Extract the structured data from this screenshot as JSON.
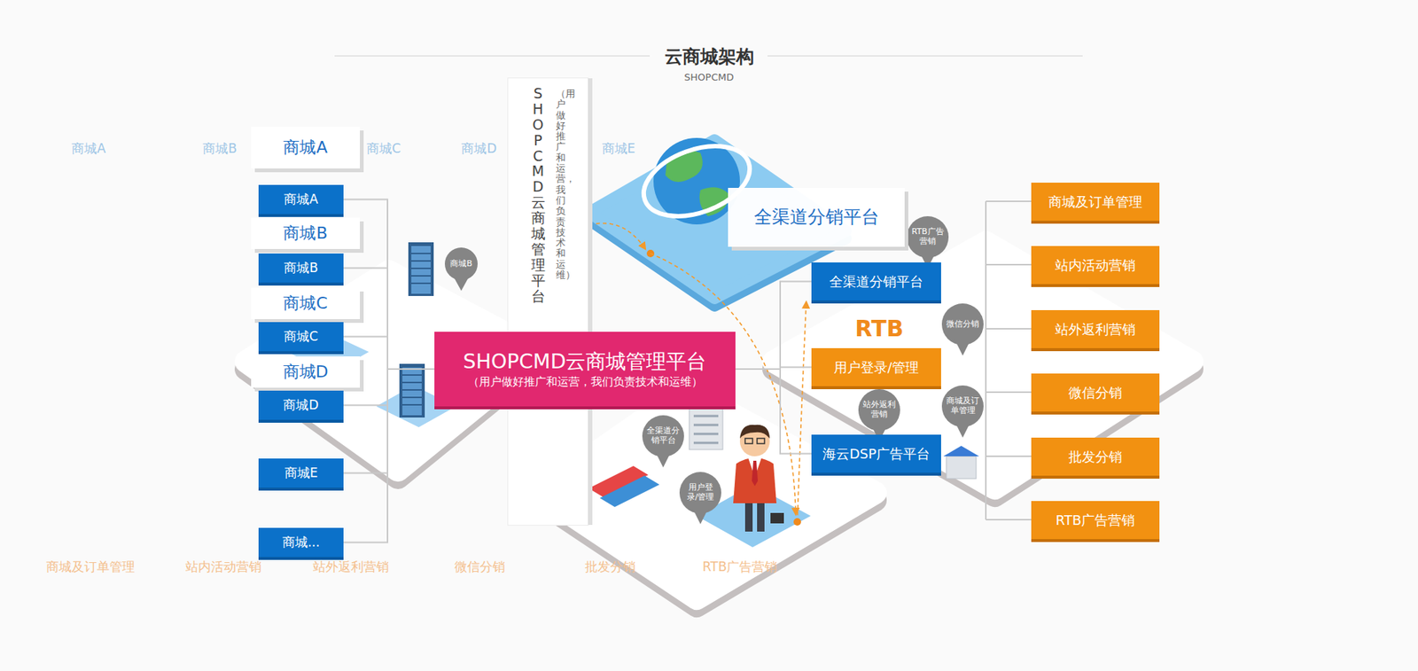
{
  "diagram": {
    "title": "云商城架构",
    "caption": "SHOPCMD",
    "nodes": [
      {
        "text": [
          "商城A"
        ]
      },
      {
        "text": [
          "商城A"
        ]
      },
      {
        "text": [
          "商城B"
        ]
      },
      {
        "text": [
          "商城B"
        ]
      },
      {
        "text": [
          "商城C"
        ]
      },
      {
        "text": [
          "商城C"
        ]
      },
      {
        "text": [
          "商城D"
        ]
      },
      {
        "text": [
          "商城D"
        ]
      },
      {
        "text": [
          "商城E"
        ]
      },
      {
        "text": [
          "商城..."
        ]
      },
      {
        "text": [
          "SHOPCMD云商城管理平台",
          "（用户做好推广和运营，我们负责技术和运维）"
        ]
      },
      {
        "text": [
          "SHOPCMD云商城管理平台",
          "（用户做好推广和运营，我们负责技术和运维）"
        ]
      },
      {
        "text": [
          "全渠道分销平台"
        ]
      },
      {
        "text": [
          "全渠道分销平台"
        ]
      },
      {
        "text": [
          "用户登录/管理"
        ]
      },
      {
        "text": [
          "海云DSP广告平台"
        ]
      },
      {
        "text": [
          "商城及订单管理"
        ]
      },
      {
        "text": [
          "站内活动营销"
        ]
      },
      {
        "text": [
          "站外返利营销"
        ]
      },
      {
        "text": [
          "微信分销"
        ]
      },
      {
        "text": [
          "批发分销"
        ]
      },
      {
        "text": [
          "RTB广告营销"
        ]
      }
    ],
    "edges": [
      {
        "from": 1,
        "to": 11,
        "arrow": "none"
      },
      {
        "from": 3,
        "to": 11,
        "arrow": "none"
      },
      {
        "from": 5,
        "to": 11,
        "arrow": "none"
      },
      {
        "from": 7,
        "to": 11,
        "arrow": "none"
      },
      {
        "from": 8,
        "to": 11,
        "arrow": "none"
      },
      {
        "from": 9,
        "to": 11,
        "arrow": "none"
      },
      {
        "from": 11,
        "to": 13,
        "arrow": "none"
      },
      {
        "from": 11,
        "to": 14,
        "arrow": "none"
      },
      {
        "from": 11,
        "to": 15,
        "arrow": "none"
      }
    ],
    "labels": [
      "商城A",
      "商城B",
      "商城C",
      "商城D",
      "商城E",
      "商城B",
      "RTB广告营销",
      "微信分销",
      "RTB",
      "商城及订单管理",
      "站外返利营销",
      "全渠道分销平台",
      "用户登录/管理",
      "商城及订单管理",
      "站内活动营销",
      "站外返利营销",
      "微信分销",
      "批发分销",
      "RTB广告营销"
    ]
  }
}
